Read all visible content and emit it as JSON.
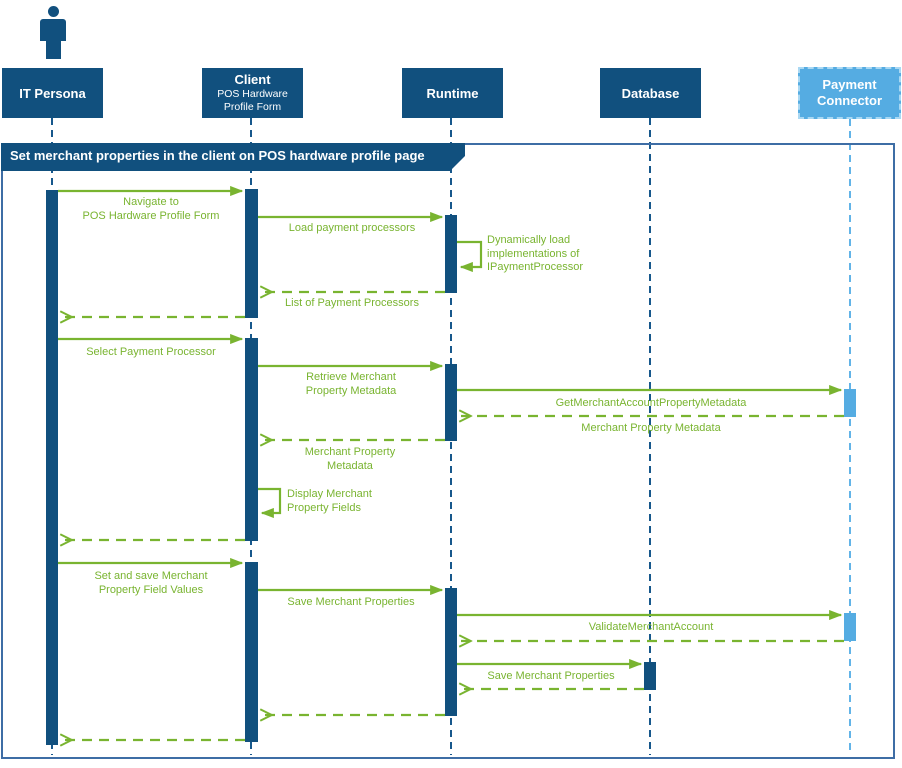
{
  "frame": {
    "title": "Set merchant properties in the client on POS hardware profile page"
  },
  "colors": {
    "dark_blue": "#11507E",
    "light_blue": "#55ACE2",
    "light_blue_border": "#A9D8F3",
    "green": "#79B430",
    "frame_border": "#3E6DA5",
    "background": "#FFFFFF"
  },
  "lifelines": {
    "it_persona": {
      "label": "IT Persona"
    },
    "client": {
      "label": "Client",
      "sublabel": "POS Hardware\nProfile Form"
    },
    "runtime": {
      "label": "Runtime"
    },
    "database": {
      "label": "Database"
    },
    "payment_connector": {
      "label": "Payment\nConnector"
    }
  },
  "messages": {
    "navigate": {
      "label": "Navigate to\nPOS Hardware Profile Form",
      "from": "IT Persona",
      "to": "Client",
      "kind": "call"
    },
    "load_processors": {
      "label": "Load payment processors",
      "from": "Client",
      "to": "Runtime",
      "kind": "call"
    },
    "dynamic_load": {
      "label": "Dynamically load\nimplementations of\nIPaymentProcessor",
      "from": "Runtime",
      "to": "Runtime",
      "kind": "self"
    },
    "list_processors": {
      "label": "List of Payment Processors",
      "from": "Runtime",
      "to": "Client",
      "kind": "return"
    },
    "select_processor": {
      "label": "Select Payment Processor",
      "from": "IT Persona",
      "to": "Client",
      "kind": "call"
    },
    "retrieve_metadata": {
      "label": "Retrieve Merchant\nProperty Metadata",
      "from": "Client",
      "to": "Runtime",
      "kind": "call"
    },
    "get_merchant_metadata": {
      "label": "GetMerchantAccountPropertyMetadata",
      "from": "Runtime",
      "to": "Payment Connector",
      "kind": "call"
    },
    "merchant_metadata_return": {
      "label": "Merchant Property Metadata",
      "from": "Payment Connector",
      "to": "Runtime",
      "kind": "return"
    },
    "merchant_metadata_to_client": {
      "label": "Merchant Property\nMetadata",
      "from": "Runtime",
      "to": "Client",
      "kind": "return"
    },
    "display_fields": {
      "label": "Display Merchant\nProperty Fields",
      "from": "Client",
      "to": "Client",
      "kind": "self"
    },
    "set_save_values": {
      "label": "Set and save Merchant\nProperty Field Values",
      "from": "IT Persona",
      "to": "Client",
      "kind": "call"
    },
    "save_properties": {
      "label": "Save Merchant Properties",
      "from": "Client",
      "to": "Runtime",
      "kind": "call"
    },
    "validate_account": {
      "label": "ValidateMerchantAccount",
      "from": "Runtime",
      "to": "Payment Connector",
      "kind": "call"
    },
    "save_properties_db": {
      "label": "Save Merchant Properties",
      "from": "Runtime",
      "to": "Database",
      "kind": "call"
    }
  }
}
